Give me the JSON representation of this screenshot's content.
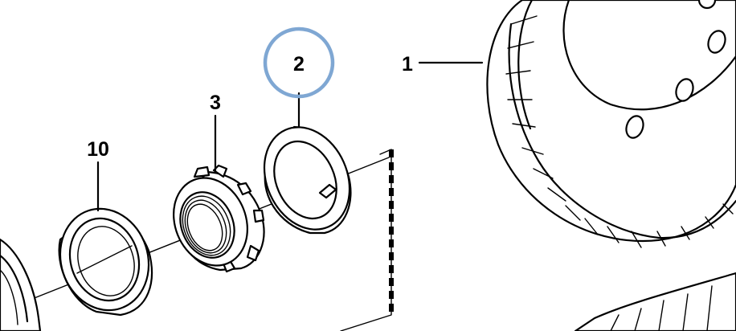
{
  "callouts": {
    "c1": "1",
    "c2": "2",
    "c3": "3",
    "c10": "10"
  },
  "highlight": {
    "target": "2",
    "color": "#7fa7d3"
  }
}
